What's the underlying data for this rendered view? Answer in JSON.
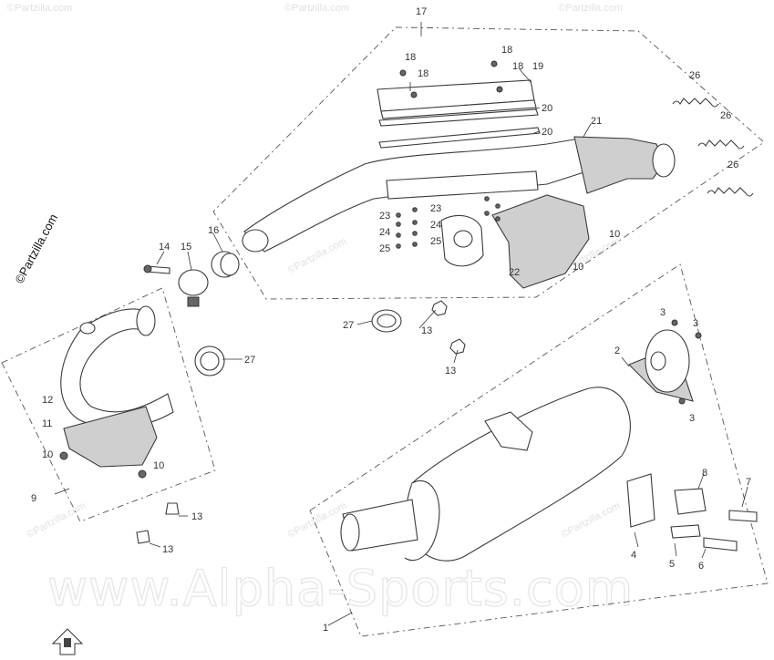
{
  "diagram": {
    "callouts": [
      {
        "id": "c17",
        "text": "17"
      },
      {
        "id": "c18a",
        "text": "18"
      },
      {
        "id": "c18b",
        "text": "18"
      },
      {
        "id": "c18c",
        "text": "18"
      },
      {
        "id": "c18d",
        "text": "18"
      },
      {
        "id": "c19",
        "text": "19"
      },
      {
        "id": "c20a",
        "text": "20"
      },
      {
        "id": "c20b",
        "text": "20"
      },
      {
        "id": "c21",
        "text": "21"
      },
      {
        "id": "c26a",
        "text": "26"
      },
      {
        "id": "c26b",
        "text": "26"
      },
      {
        "id": "c26c",
        "text": "26"
      },
      {
        "id": "c16",
        "text": "16"
      },
      {
        "id": "c14",
        "text": "14"
      },
      {
        "id": "c15",
        "text": "15"
      },
      {
        "id": "c23a",
        "text": "23"
      },
      {
        "id": "c24a",
        "text": "24"
      },
      {
        "id": "c25a",
        "text": "25"
      },
      {
        "id": "c23b",
        "text": "23"
      },
      {
        "id": "c24b",
        "text": "24"
      },
      {
        "id": "c25b",
        "text": "25"
      },
      {
        "id": "c10a",
        "text": "10"
      },
      {
        "id": "c10b",
        "text": "10"
      },
      {
        "id": "c22",
        "text": "22"
      },
      {
        "id": "c27a",
        "text": "27"
      },
      {
        "id": "c13a",
        "text": "13"
      },
      {
        "id": "c13b",
        "text": "13"
      },
      {
        "id": "c27b",
        "text": "27"
      },
      {
        "id": "c12",
        "text": "12"
      },
      {
        "id": "c11",
        "text": "11"
      },
      {
        "id": "c10c",
        "text": "10"
      },
      {
        "id": "c10d",
        "text": "10"
      },
      {
        "id": "c9",
        "text": "9"
      },
      {
        "id": "c13c",
        "text": "13"
      },
      {
        "id": "c13d",
        "text": "13"
      },
      {
        "id": "c3a",
        "text": "3"
      },
      {
        "id": "c3b",
        "text": "3"
      },
      {
        "id": "c3c",
        "text": "3"
      },
      {
        "id": "c2",
        "text": "2"
      },
      {
        "id": "c8",
        "text": "8"
      },
      {
        "id": "c7",
        "text": "7"
      },
      {
        "id": "c4",
        "text": "4"
      },
      {
        "id": "c5",
        "text": "5"
      },
      {
        "id": "c6",
        "text": "6"
      },
      {
        "id": "c1",
        "text": "1"
      }
    ],
    "watermarks": {
      "partzilla": "©Partzilla.com",
      "side": "©Partzilla.com",
      "alpha": "www.Alpha-Sports.com"
    },
    "compass_icon": "direction-arrow-icon"
  }
}
